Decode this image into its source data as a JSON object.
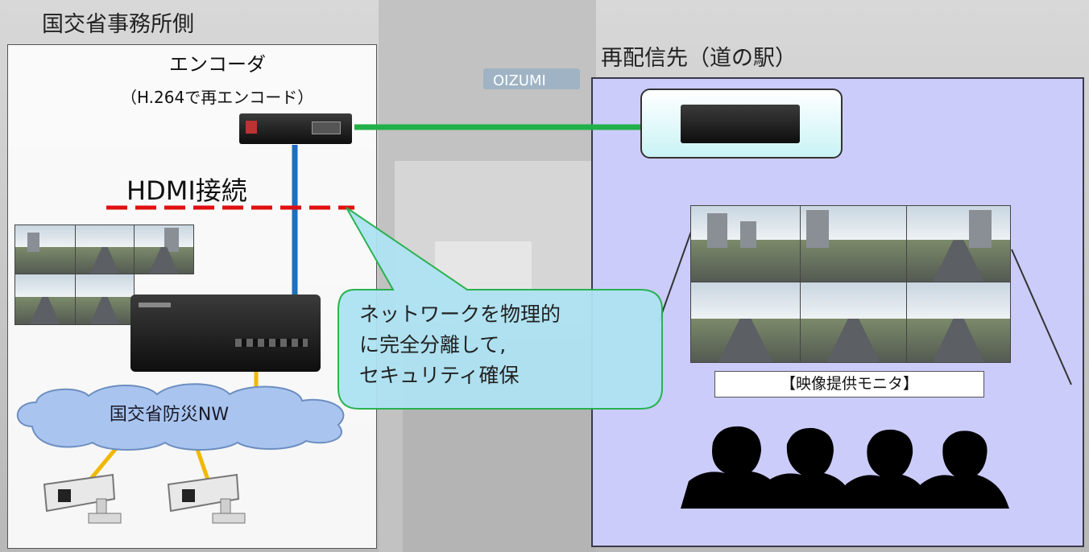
{
  "left_panel": {
    "heading": "国交省事務所側",
    "encoder_title": "エンコーダ",
    "encoder_subtitle": "（H.264で再エンコード）",
    "hdmi_label": "HDMI接続",
    "cloud_label": "国交省防災NW"
  },
  "right_panel": {
    "heading": "再配信先（道の駅）",
    "monitor_label": "【映像提供モニタ】"
  },
  "callout": {
    "line1": "ネットワークを物理的",
    "line2": "に完全分離して,",
    "line3": "セキュリティ確保"
  },
  "background_sign": "OIZUMI",
  "colors": {
    "hdmi_line": "#1f6fc0",
    "hdmi_dashed": "#e01010",
    "network_link": "#22b04a",
    "camera_link": "#f2b800",
    "right_panel_fill": "#ccccfb",
    "callout_fill": "#aee3f3"
  }
}
